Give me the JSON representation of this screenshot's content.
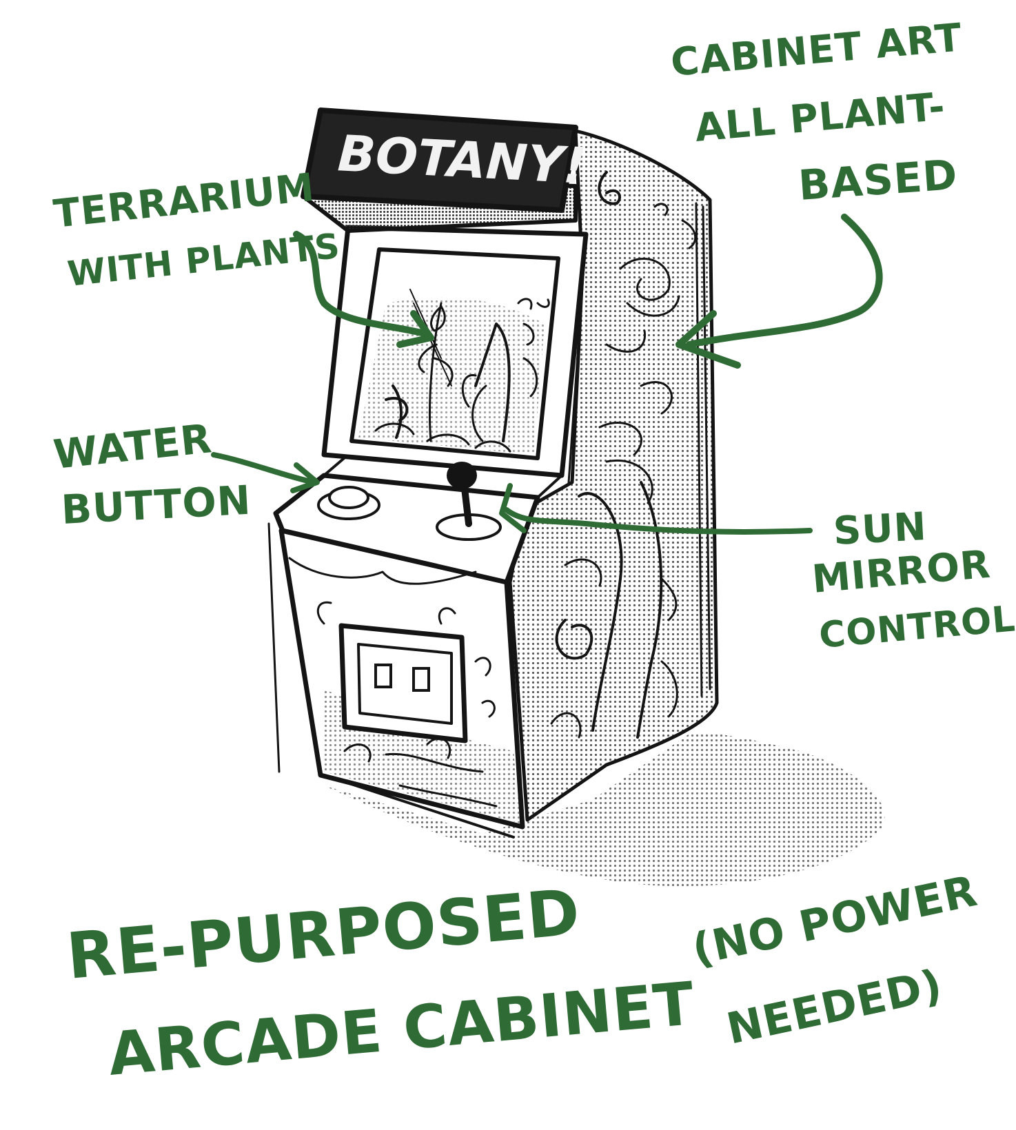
{
  "colors": {
    "annotation_green": "#2f6b34",
    "ink": "#141414",
    "marquee_fill": "#222222",
    "marquee_text": "#f2f2f2",
    "shading": "#8a8a8a"
  },
  "cabinet": {
    "marquee_text": "BOTANY!"
  },
  "annotations": {
    "cabinet_art": {
      "lines": [
        "CABINET ART",
        "ALL PLANT-",
        "BASED"
      ]
    },
    "terrarium": {
      "lines": [
        "TERRARIUM",
        "WITH PLANTS"
      ]
    },
    "water_button": {
      "lines": [
        "WATER",
        "BUTTON"
      ]
    },
    "sun_mirror": {
      "lines": [
        "SUN",
        "MIRROR",
        "CONTROL"
      ]
    },
    "title": {
      "lines": [
        "RE-PURPOSED",
        "ARCADE CABINET"
      ]
    },
    "no_power": {
      "lines": [
        "(NO POWER",
        "NEEDED)"
      ]
    }
  },
  "icons": {
    "joystick": "joystick-icon",
    "button": "round-button-icon",
    "coin_door": "coin-door-icon",
    "arrows": "arrow-icon"
  }
}
